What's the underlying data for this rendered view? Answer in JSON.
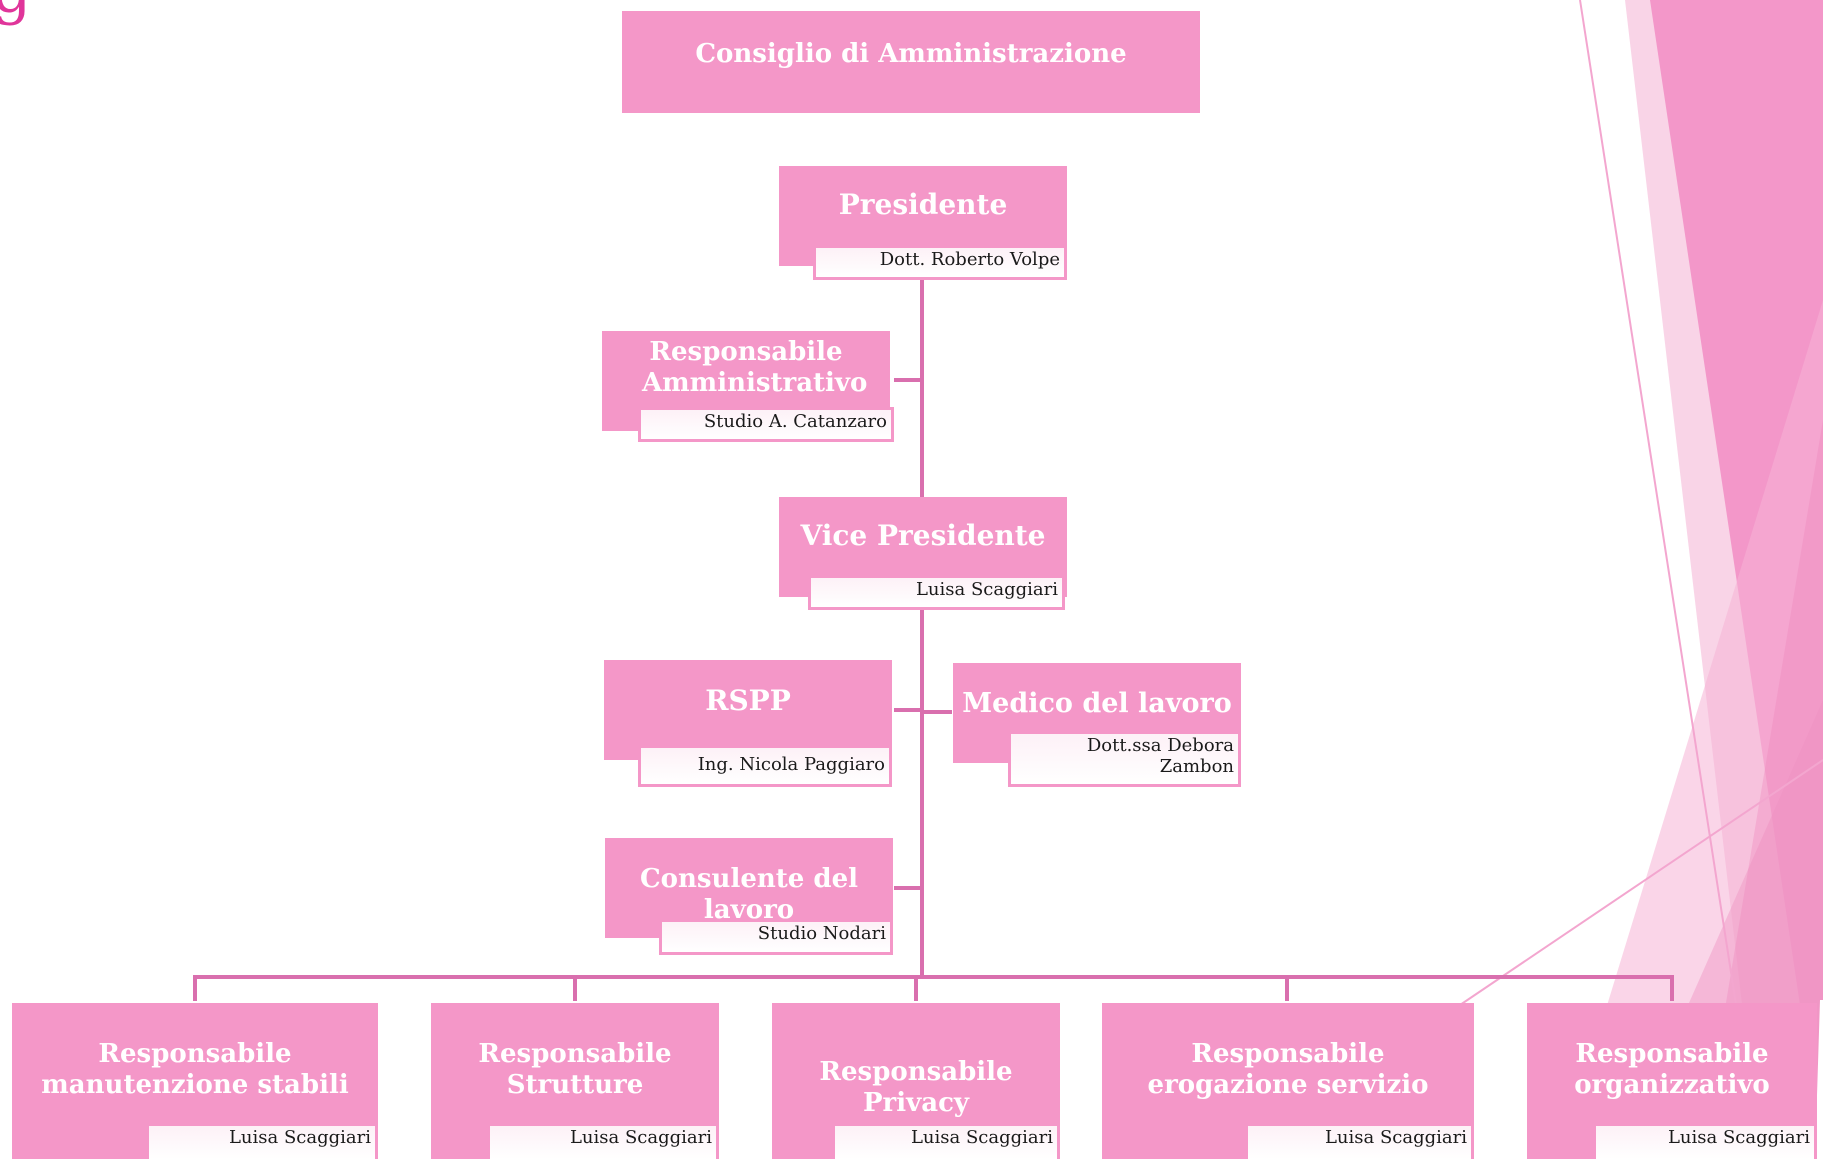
{
  "title_fragment": "g",
  "colors": {
    "box": "#f497c8",
    "line": "#d96fae",
    "accent": "#e0359a"
  },
  "board": {
    "label": "Consiglio di Amministrazione"
  },
  "nodes": {
    "president": {
      "role": "Presidente",
      "name": "Dott. Roberto Volpe"
    },
    "admin": {
      "role": "Responsabile Amministrativo",
      "name": "Studio A. Catanzaro"
    },
    "vice_president": {
      "role": "Vice Presidente",
      "name": "Luisa Scaggiari"
    },
    "rspp": {
      "role": "RSPP",
      "name": "Ing. Nicola Paggiaro"
    },
    "doctor": {
      "role": "Medico del lavoro",
      "name": "Dott.ssa Debora Zambon"
    },
    "labor_consultant": {
      "role": "Consulente del lavoro",
      "name": "Studio Nodari"
    }
  },
  "bottom_row": [
    {
      "role": "Responsabile manutenzione stabili",
      "name": "Luisa Scaggiari"
    },
    {
      "role": "Responsabile Strutture",
      "name": "Luisa Scaggiari"
    },
    {
      "role": "Responsabile Privacy",
      "name": "Luisa Scaggiari"
    },
    {
      "role": "Responsabile erogazione servizio",
      "name": "Luisa Scaggiari"
    },
    {
      "role": "Responsabile organizzativo",
      "name": "Luisa Scaggiari"
    }
  ]
}
